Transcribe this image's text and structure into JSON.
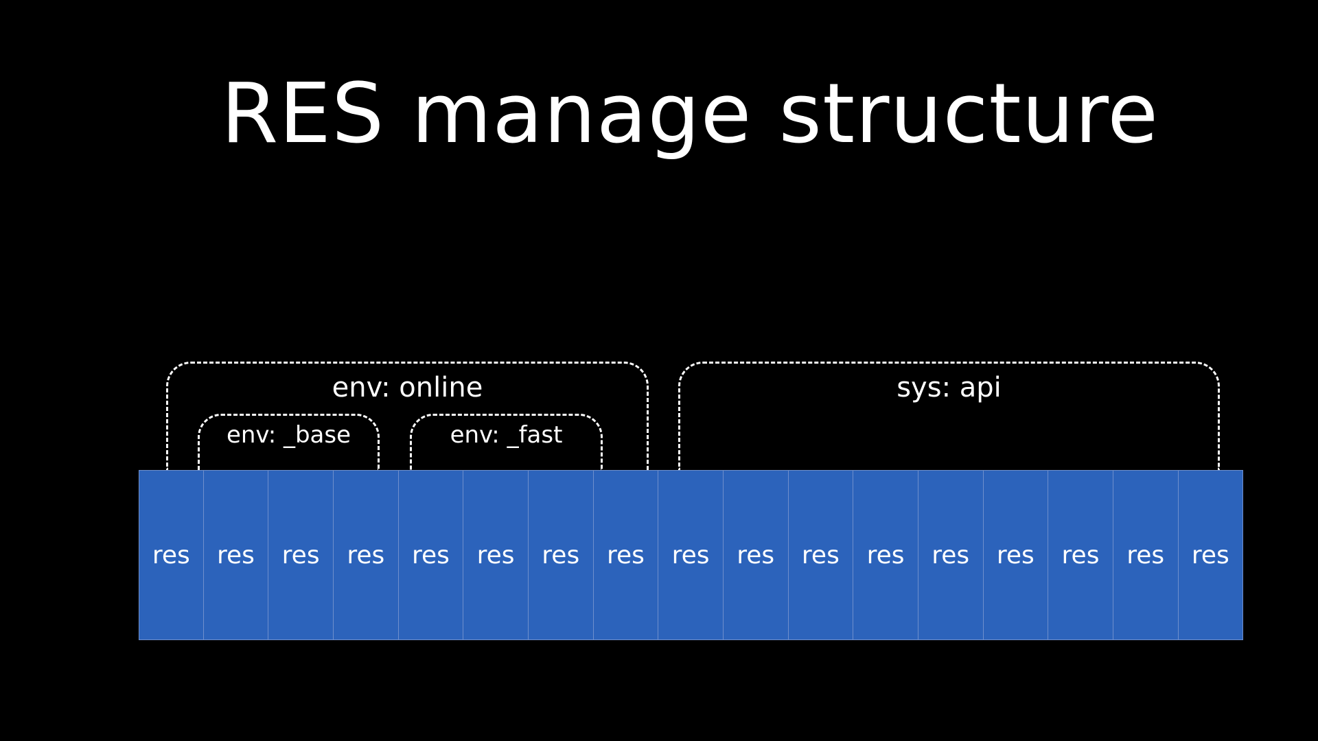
{
  "slide": {
    "title": "RES manage structure"
  },
  "groups": {
    "env_online": "env: online",
    "env_base": "env: _base",
    "env_fast": "env: _fast",
    "sys_api": "sys: api"
  },
  "res_cells": [
    "res",
    "res",
    "res",
    "res",
    "res",
    "res",
    "res",
    "res",
    "res",
    "res",
    "res",
    "res",
    "res",
    "res",
    "res",
    "res",
    "res"
  ],
  "colors": {
    "background": "#000000",
    "cell_fill": "#2c63bb",
    "text": "#ffffff"
  }
}
